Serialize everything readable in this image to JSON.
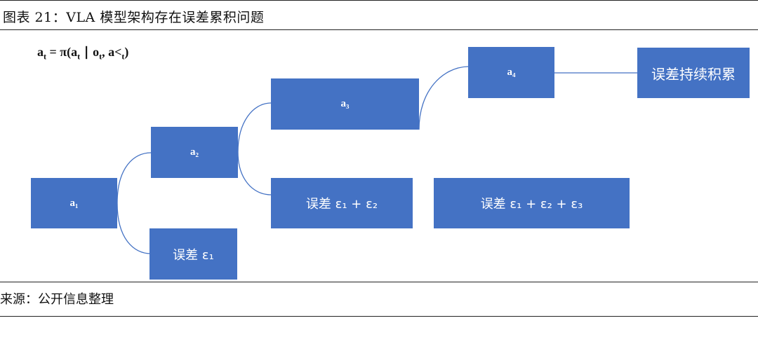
{
  "figure": {
    "title": "图表 21：VLA 模型架构存在误差累积问题",
    "formula": {
      "a": "a",
      "t": "t",
      "eq": " = π(a",
      "sep": " ∣ o",
      "rest": ", a<",
      "close": ")"
    }
  },
  "nodes": {
    "a1": "a₁",
    "a2": "a₂",
    "a3": "a₃",
    "a4": "a₄"
  },
  "errors": {
    "e1": "误差 ε₁",
    "e12": "误差 ε₁ + ε₂",
    "e123": "误差 ε₁ + ε₂  + ε₃",
    "accum": "误差持续积累"
  },
  "source": "来源：公开信息整理",
  "colors": {
    "box_fill": "#4472c4",
    "box_text": "#ffffff",
    "connector": "#4472c4"
  }
}
